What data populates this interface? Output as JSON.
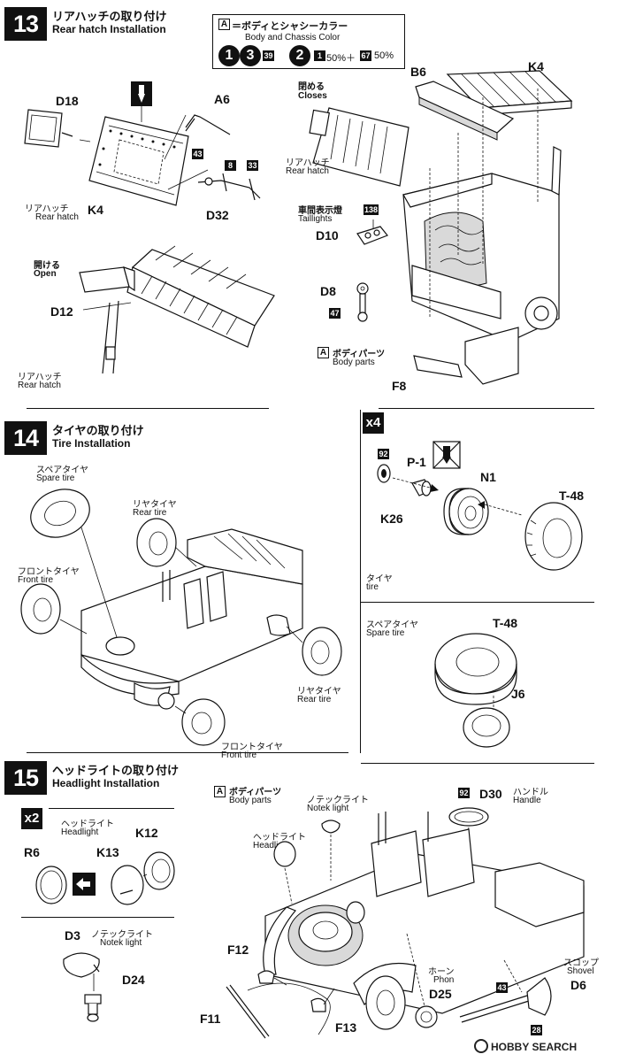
{
  "step13": {
    "number": "13",
    "title_jp": "リアハッチの取り付け",
    "title_en": "Rear hatch Installation",
    "color_box": {
      "code": "A",
      "title_jp": "＝ボディとシャシーカラー",
      "title_en": "Body and Chassis Color",
      "paint1": "1",
      "paint2": "3",
      "paint2_sub": "39",
      "paint3": "2",
      "mix_a": "1",
      "mix_a_pct": "50%＋",
      "mix_b": "67",
      "mix_b_pct": "50%"
    },
    "parts": {
      "d18": "D18",
      "a6": "A6",
      "k4_left": "K4",
      "d32": "D32",
      "paint43": "43",
      "paint8": "8",
      "paint33": "33",
      "b6": "B6",
      "k4_right": "K4",
      "d10": "D10",
      "paint138": "138",
      "d8": "D8",
      "paint47": "47",
      "f8": "F8",
      "d12": "D12"
    },
    "labels": {
      "rear_hatch_jp": "リアハッチ",
      "rear_hatch_en": "Rear hatch",
      "closes_jp": "閉める",
      "closes_en": "Closes",
      "rear_hatch2_jp": "リアハッチ",
      "rear_hatch2_en": "Rear hatch",
      "taillights_jp": "車間表示燈",
      "taillights_en": "Taillights",
      "body_parts_code": "A",
      "body_parts_jp": "ボディパーツ",
      "body_parts_en": "Body parts",
      "open_jp": "開ける",
      "open_en": "Open",
      "rear_hatch3_jp": "リアハッチ",
      "rear_hatch3_en": "Rear hatch"
    }
  },
  "step14": {
    "number": "14",
    "title_jp": "タイヤの取り付け",
    "title_en": "Tire Installation",
    "labels": {
      "spare_tire_jp": "スペアタイヤ",
      "spare_tire_en": "Spare tire",
      "rear_tire_jp": "リヤタイヤ",
      "rear_tire_en": "Rear tire",
      "front_tire_jp": "フロントタイヤ",
      "front_tire_en": "Front tire",
      "rear_tire2_jp": "リヤタイヤ",
      "rear_tire2_en": "Rear tire",
      "front_tire2_jp": "フロントタイヤ",
      "front_tire2_en": "Front tire"
    },
    "tire_box": {
      "multiplier": "x4",
      "paint92": "92",
      "p1": "P-1",
      "n1": "N1",
      "t48": "T-48",
      "k26": "K26",
      "tire_jp": "タイヤ",
      "tire_en": "tire"
    },
    "spare_box": {
      "spare_jp": "スペアタイヤ",
      "spare_en": "Spare tire",
      "t48": "T-48",
      "j6": "J6"
    }
  },
  "step15": {
    "number": "15",
    "title_jp": "ヘッドライトの取り付け",
    "title_en": "Headlight Installation",
    "headlight_box": {
      "multiplier": "x2",
      "headlight_jp": "ヘッドライト",
      "headlight_en": "Headlight",
      "k12": "K12",
      "r6": "R6",
      "k13": "K13"
    },
    "notek_box": {
      "d3": "D3",
      "notek_jp": "ノテックライト",
      "notek_en": "Notek light",
      "d24": "D24"
    },
    "main": {
      "body_parts_code": "A",
      "body_parts_jp": "ボディパーツ",
      "body_parts_en": "Body parts",
      "notek_jp": "ノテックライト",
      "notek_en": "Notek light",
      "paint92": "92",
      "d30": "D30",
      "handle_jp": "ハンドル",
      "handle_en": "Handle",
      "headlight_jp": "ヘッドライト",
      "headlight_en": "Headlight",
      "f12": "F12",
      "f11": "F11",
      "f13": "F13",
      "horn_jp": "ホーン",
      "horn_en": "Phon",
      "d25": "D25",
      "shovel_jp": "スコップ",
      "shovel_en": "Shovel",
      "d6": "D6",
      "paint43": "43",
      "paint28": "28"
    }
  },
  "watermark": "HOBBY SEARCH"
}
